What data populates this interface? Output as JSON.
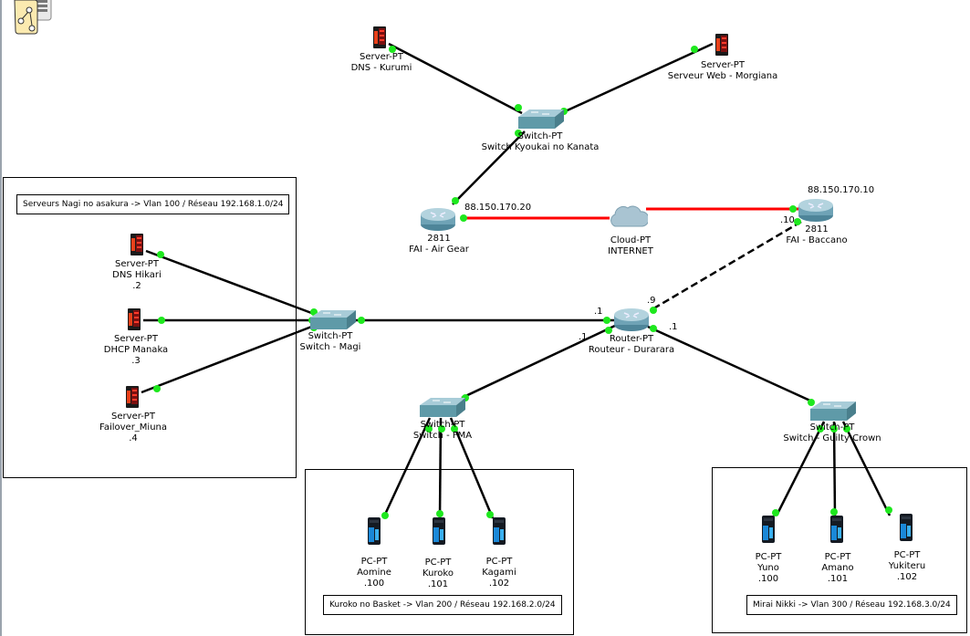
{
  "app": {
    "logo_icon": "logical-workspace-icon"
  },
  "colors": {
    "link": "#000000",
    "serial_link": "#ff0000",
    "port_up": "#1ee81e",
    "switch": "#5f9aa8",
    "router": "#7fb0c4",
    "cloud": "#a9c4d2"
  },
  "areas": [
    {
      "id": "vlan100",
      "note": "Serveurs Nagi no asakura -> Vlan 100 / Réseau 192.168.1.0/24"
    },
    {
      "id": "vlan200",
      "note": "Kuroko no Basket -> Vlan 200 / Réseau 192.168.2.0/24"
    },
    {
      "id": "vlan300",
      "note": "Mirai Nikki -> Vlan 300 / Réseau 192.168.3.0/24"
    }
  ],
  "devices": {
    "dns_kurumi": {
      "type": "Server-PT",
      "name": "DNS - Kurumi"
    },
    "web_morgiana": {
      "type": "Server-PT",
      "name": "Serveur Web -  Morgiana"
    },
    "sw_kanata": {
      "type": "Switch-PT",
      "name": "Switch   Kyoukai no Kanata"
    },
    "fai_airgear": {
      "type": "2811",
      "name": "FAI - Air Gear"
    },
    "cloud": {
      "type": "Cloud-PT",
      "name": "INTERNET"
    },
    "fai_baccano": {
      "type": "2811",
      "name": "FAI - Baccano"
    },
    "dns_hikari": {
      "type": "Server-PT",
      "name": "DNS  Hikari",
      "ip": ".2"
    },
    "dhcp_manaka": {
      "type": "Server-PT",
      "name": "DHCP  Manaka",
      "ip": ".3"
    },
    "failover_miuna": {
      "type": "Server-PT",
      "name": "Failover_Miuna",
      "ip": ".4"
    },
    "sw_magi": {
      "type": "Switch-PT",
      "name": "Switch -  Magi"
    },
    "router_durarara": {
      "type": "Router-PT",
      "name": "Routeur - Durarara"
    },
    "sw_fma": {
      "type": "Switch-PT",
      "name": "Switch - FMA"
    },
    "sw_guilty": {
      "type": "Switch-PT",
      "name": "Switch - Guilty Crown"
    },
    "pc_aomine": {
      "type": "PC-PT",
      "name": "Aomine",
      "ip": ".100"
    },
    "pc_kuroko": {
      "type": "PC-PT",
      "name": "Kuroko",
      "ip": ".101"
    },
    "pc_kagami": {
      "type": "PC-PT",
      "name": "Kagami",
      "ip": ".102"
    },
    "pc_yuno": {
      "type": "PC-PT",
      "name": "Yuno",
      "ip": ".100"
    },
    "pc_amano": {
      "type": "PC-PT",
      "name": "Amano",
      "ip": ".101"
    },
    "pc_yukiteru": {
      "type": "PC-PT",
      "name": "Yukiteru",
      "ip": ".102"
    }
  },
  "interface_labels": {
    "airgear_wan": "88.150.170.20",
    "baccano_wan": "88.150.170.10",
    "baccano_lan": ".10",
    "durarara_magi": ".1",
    "durarara_fma": ".1",
    "durarara_baccano": ".9",
    "durarara_guilty": ".1"
  },
  "links": [
    {
      "from": "dns_kurumi",
      "to": "sw_kanata",
      "style": "copper"
    },
    {
      "from": "web_morgiana",
      "to": "sw_kanata",
      "style": "copper"
    },
    {
      "from": "sw_kanata",
      "to": "fai_airgear",
      "style": "copper"
    },
    {
      "from": "fai_airgear",
      "to": "cloud",
      "style": "serial"
    },
    {
      "from": "cloud",
      "to": "fai_baccano",
      "style": "serial"
    },
    {
      "from": "fai_baccano",
      "to": "router_durarara",
      "style": "crossover"
    },
    {
      "from": "dns_hikari",
      "to": "sw_magi",
      "style": "copper"
    },
    {
      "from": "dhcp_manaka",
      "to": "sw_magi",
      "style": "copper"
    },
    {
      "from": "failover_miuna",
      "to": "sw_magi",
      "style": "copper"
    },
    {
      "from": "sw_magi",
      "to": "router_durarara",
      "style": "copper"
    },
    {
      "from": "router_durarara",
      "to": "sw_fma",
      "style": "copper"
    },
    {
      "from": "router_durarara",
      "to": "sw_guilty",
      "style": "copper"
    },
    {
      "from": "sw_fma",
      "to": "pc_aomine",
      "style": "copper"
    },
    {
      "from": "sw_fma",
      "to": "pc_kuroko",
      "style": "copper"
    },
    {
      "from": "sw_fma",
      "to": "pc_kagami",
      "style": "copper"
    },
    {
      "from": "sw_guilty",
      "to": "pc_yuno",
      "style": "copper"
    },
    {
      "from": "sw_guilty",
      "to": "pc_amano",
      "style": "copper"
    },
    {
      "from": "sw_guilty",
      "to": "pc_yukiteru",
      "style": "copper"
    }
  ]
}
